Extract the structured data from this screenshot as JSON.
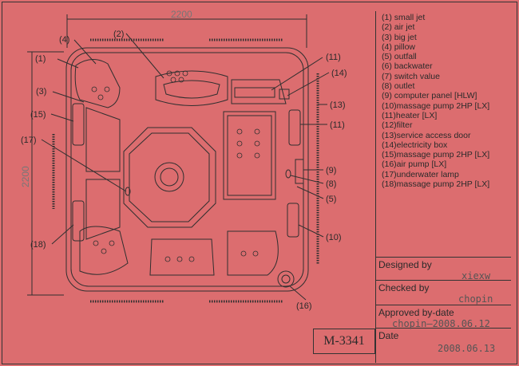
{
  "legend": [
    "(1) small jet",
    "(2) air jet",
    "(3) big jet",
    "(4) pillow",
    "(5) outfall",
    "(6) backwater",
    "(7) switch value",
    "(8) outlet",
    "(9) computer panel  [HLW]",
    "(10)massage pump 2HP  [LX]",
    "(11)heater  [LX]",
    "(12)filter",
    "(13)service access door",
    "(14)electricity box",
    "(15)massage pump 2HP  [LX]",
    "(16)air pump  [LX]",
    "(17)underwater lamp",
    "(18)massage pump 2HP  [LX]"
  ],
  "title_block": {
    "designed_label": "Designed by",
    "designed_value": "xiexw",
    "checked_label": "Checked by",
    "checked_value": "chopin",
    "approved_label": "Approved by-date",
    "approved_value": "chopin—2008.06.12",
    "date_label": "Date",
    "date_value": "2008.06.13"
  },
  "model": "M-3341",
  "dimensions": {
    "width": "2200",
    "height": "2200"
  },
  "callouts": {
    "c1": "(1)",
    "c2": "(2)",
    "c3": "(3)",
    "c4": "(4)",
    "c5": "(5)",
    "c8": "(8)",
    "c9": "(9)",
    "c10": "(10)",
    "c11a": "(11)",
    "c11b": "(11)",
    "c13": "(13)",
    "c14": "(14)",
    "c15": "(15)",
    "c16": "(16)",
    "c17": "(17)",
    "c18": "(18)"
  }
}
